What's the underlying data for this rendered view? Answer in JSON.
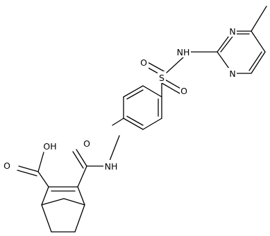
{
  "diagram": {
    "kind": "chemical-structure",
    "colors": {
      "bond": "#000000",
      "label": "#000000",
      "background": "#ffffff"
    },
    "atom_labels": {
      "n_ring_top": "N",
      "n_ring_bottom": "N",
      "nh_sulfonamide": "NH",
      "s": "S",
      "o_sulfonyl_left": "O",
      "o_sulfonyl_bottom": "O",
      "nh_amide": "NH",
      "o_amide": "O",
      "oh_acid": "OH",
      "o_acid": "O"
    }
  }
}
